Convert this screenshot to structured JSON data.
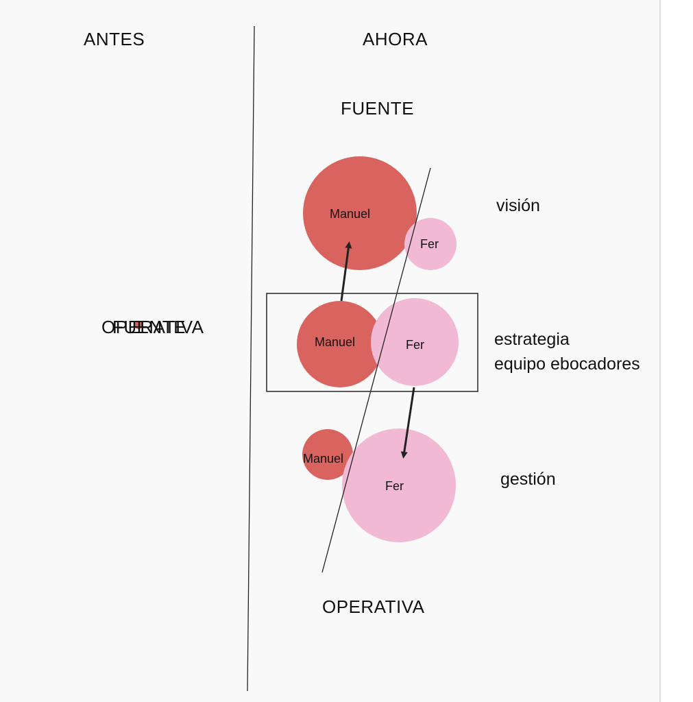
{
  "headers": {
    "before": "ANTES",
    "now": "AHORA",
    "top": "FUENTE",
    "bottom": "OPERATIVA"
  },
  "left_overlap": {
    "text_a": "OPERATIVA",
    "text_b": "FUENTE"
  },
  "levels": {
    "vision": "visión",
    "strategy": "estrategia",
    "strategy_sub": "equipo ebocadores",
    "management": "gestión"
  },
  "nodes": {
    "manuel_vision": "Manuel",
    "fer_vision": "Fer",
    "manuel_strategy": "Manuel",
    "fer_strategy": "Fer",
    "manuel_management": "Manuel",
    "fer_management": "Fer"
  },
  "colors": {
    "manuel": "#d9645f",
    "fer": "#f1b9d3",
    "line": "#222222",
    "accent_dot": "#d9645f"
  }
}
